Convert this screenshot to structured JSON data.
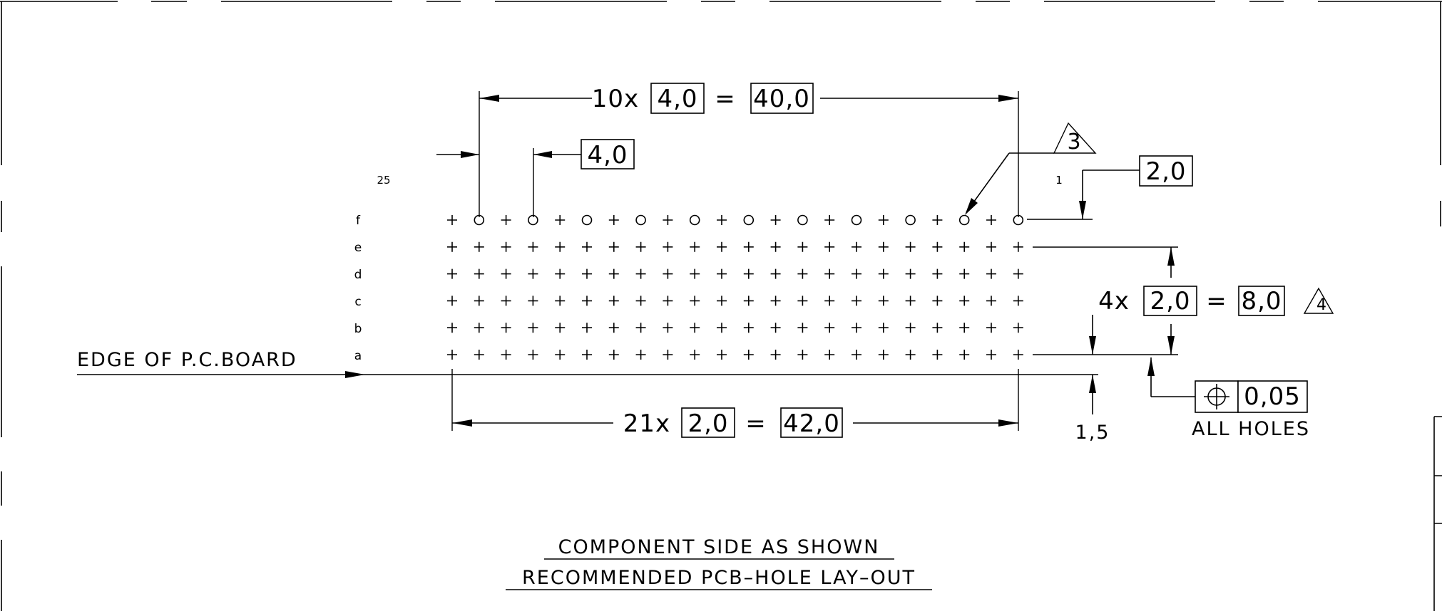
{
  "grid": {
    "row_labels": [
      "f",
      "e",
      "d",
      "c",
      "b",
      "a"
    ],
    "columns": 22,
    "open_circle_row": "f",
    "pin_start_label": "25",
    "pin_end_label": "1"
  },
  "dimensions": {
    "top_span": {
      "count": "10x",
      "pitch": "4,0",
      "equals": "=",
      "total": "40,0"
    },
    "pitch_callout": "4,0",
    "row_offset": "2,0",
    "vertical_span": {
      "count": "4x",
      "pitch": "2,0",
      "equals": "=",
      "total": "8,0"
    },
    "bottom_span": {
      "count": "21x",
      "pitch": "2,0",
      "equals": "=",
      "total": "42,0"
    },
    "edge_offset": "1,5"
  },
  "notes": {
    "note_3": "3",
    "note_4": "4"
  },
  "tolerance": {
    "symbol": "position",
    "value": "0,05",
    "caption": "ALL HOLES"
  },
  "labels": {
    "board_edge": "EDGE OF P.C.BOARD",
    "caption_line1": "COMPONENT SIDE AS SHOWN",
    "caption_line2": "RECOMMENDED PCB–HOLE LAY–OUT"
  }
}
